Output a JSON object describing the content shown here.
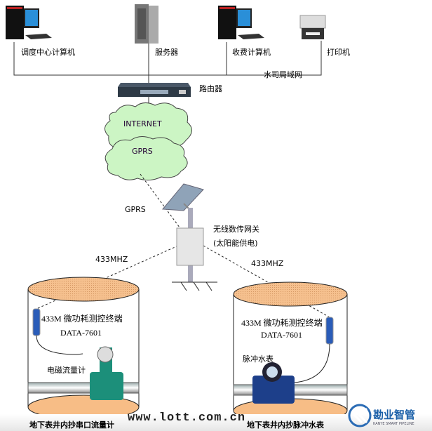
{
  "lan": {
    "devices": [
      {
        "label": "调度中心计算机",
        "icon": "desktop-computer-icon"
      },
      {
        "label": "服务器",
        "icon": "server-icon"
      },
      {
        "label": "收费计算机",
        "icon": "desktop-computer-icon"
      },
      {
        "label": "打印机",
        "icon": "printer-icon"
      }
    ],
    "network_label": "水司局域网"
  },
  "router": {
    "label": "路由器"
  },
  "cloud": {
    "internet": "INTERNET",
    "gprs": "GPRS"
  },
  "gateway": {
    "gprs_link": "GPRS",
    "label": "无线数传网关",
    "power": "(太阳能供电)",
    "radio_left": "433MHZ",
    "radio_right": "433MHZ"
  },
  "wells": [
    {
      "terminal": "433M 微功耗测控终端",
      "model": "DATA-7601",
      "meter": "电磁流量计",
      "caption": "地下表井内抄串口流量计"
    },
    {
      "terminal": "433M 微功耗测控终端",
      "model": "DATA-7601",
      "meter": "脉冲水表",
      "caption": "地下表井内抄脉冲水表"
    }
  ],
  "watermark": "www.lott.com.cn",
  "logo": {
    "name": "勘业智管",
    "tagline": "KANYE SMART PIPELINE",
    "color": "#1a5fa8"
  },
  "colors": {
    "cloud": "#ccf5c4",
    "well_top": "#f5c08e",
    "flowmeter": "#1c8f7a",
    "water_meter": "#1d3f8a"
  }
}
